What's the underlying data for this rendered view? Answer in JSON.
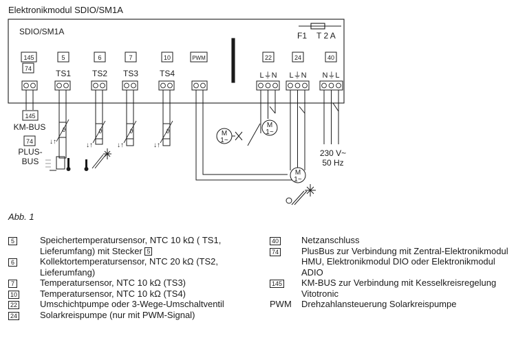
{
  "diagram": {
    "title": "Elektronikmodul SDIO/SM1A",
    "module_label": "SDIO/SM1A",
    "fuse_label": "F1",
    "fuse_rating": "T 2 A",
    "terminals": [
      {
        "id": "145",
        "name": ""
      },
      {
        "id": "74",
        "name": ""
      },
      {
        "id": "5",
        "name": "TS1"
      },
      {
        "id": "6",
        "name": "TS2"
      },
      {
        "id": "7",
        "name": "TS3"
      },
      {
        "id": "10",
        "name": "TS4"
      },
      {
        "id": "PWM",
        "name": ""
      },
      {
        "id": "22",
        "name": "L⏚N"
      },
      {
        "id": "24",
        "name": "L⏚N"
      },
      {
        "id": "40",
        "name": "N⏚L"
      }
    ],
    "kmbus_box": "145",
    "kmbus_label": "KM-BUS",
    "plusbus_box": "74",
    "plusbus_label_1": "PLUS-",
    "plusbus_label_2": "BUS",
    "motor_label_1": "M",
    "motor_label_2": "1~",
    "power_label_1": "230 V~",
    "power_label_2": "50 Hz"
  },
  "caption": "Abb. 1",
  "legend_left": [
    {
      "num": "5",
      "text": "Speichertemperatursensor, NTC 10 kΩ ( TS1, Lieferumfang) mit Stecker",
      "inline_box": "5"
    },
    {
      "num": "6",
      "text": "Kollektortemperatursensor, NTC 20 kΩ (TS2, Lieferumfang)"
    },
    {
      "num": "7",
      "text": "Temperatursensor, NTC 10 kΩ (TS3)"
    },
    {
      "num": "10",
      "text": "Temperatursensor, NTC 10 kΩ (TS4)"
    },
    {
      "num": "22",
      "text": "Umschichtpumpe oder 3-Wege-Umschaltventil"
    },
    {
      "num": "24",
      "text": "Solarkreispumpe (nur mit PWM-Signal)"
    }
  ],
  "legend_right": [
    {
      "num": "40",
      "text": "Netzanschluss"
    },
    {
      "num": "74",
      "text": "PlusBus zur Verbindung mit Zentral-Elektronikmodul HMU, Elektronikmodul DIO oder Elektronikmodul ADIO"
    },
    {
      "num": "145",
      "text": "KM-BUS zur Verbindung mit Kesselkreisregelung Vitotronic"
    },
    {
      "num": "PWM",
      "text": "Drehzahlansteuerung Solarkreispumpe",
      "plain": true
    }
  ]
}
